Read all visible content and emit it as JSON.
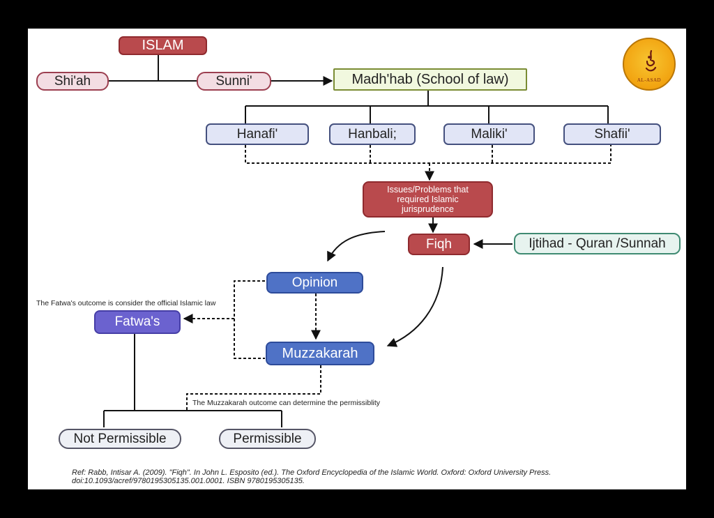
{
  "nodes": {
    "islam": "ISLAM",
    "shiah": "Shi'ah",
    "sunni": "Sunni'",
    "madhhab": "Madh'hab (School of law)",
    "hanafi": "Hanafi'",
    "hanbali": "Hanbali;",
    "maliki": "Maliki'",
    "shafii": "Shafii'",
    "issues": "Issues/Problems that required Islamic jurisprudence",
    "fiqh": "Fiqh",
    "ijtihad": "Ijtihad - Quran /Sunnah",
    "opinion": "Opinion",
    "muzzakarah": "Muzzakarah",
    "fatwas": "Fatwa's",
    "not_permissible": "Not Permissible",
    "permissible": "Permissible"
  },
  "notes": {
    "fatwa_note": "The Fatwa's  outcome is consider the  official Islamic law",
    "muzzakarah_note": "The Muzzakarah outcome can determine the permissiblity"
  },
  "reference": "Ref: Rabb, Intisar A. (2009). \"Fiqh\". In John L. Esposito (ed.). The Oxford Encyclopedia of the Islamic World. Oxford: Oxford University Press. doi:10.1093/acref/9780195305135.001.0001. ISBN 9780195305135.",
  "logo": {
    "text": "AL-ASAD",
    "icon": "calligraphy-logo-icon"
  },
  "colors": {
    "red": "#b94a4d",
    "pink": "#f3dde3",
    "blue": "#4f72c6",
    "violet": "#6b62cf",
    "light_blue": "#e1e5f6",
    "green": "#e7f3ef",
    "lime": "#f1f8df",
    "logo_gold": "#f2a310"
  }
}
